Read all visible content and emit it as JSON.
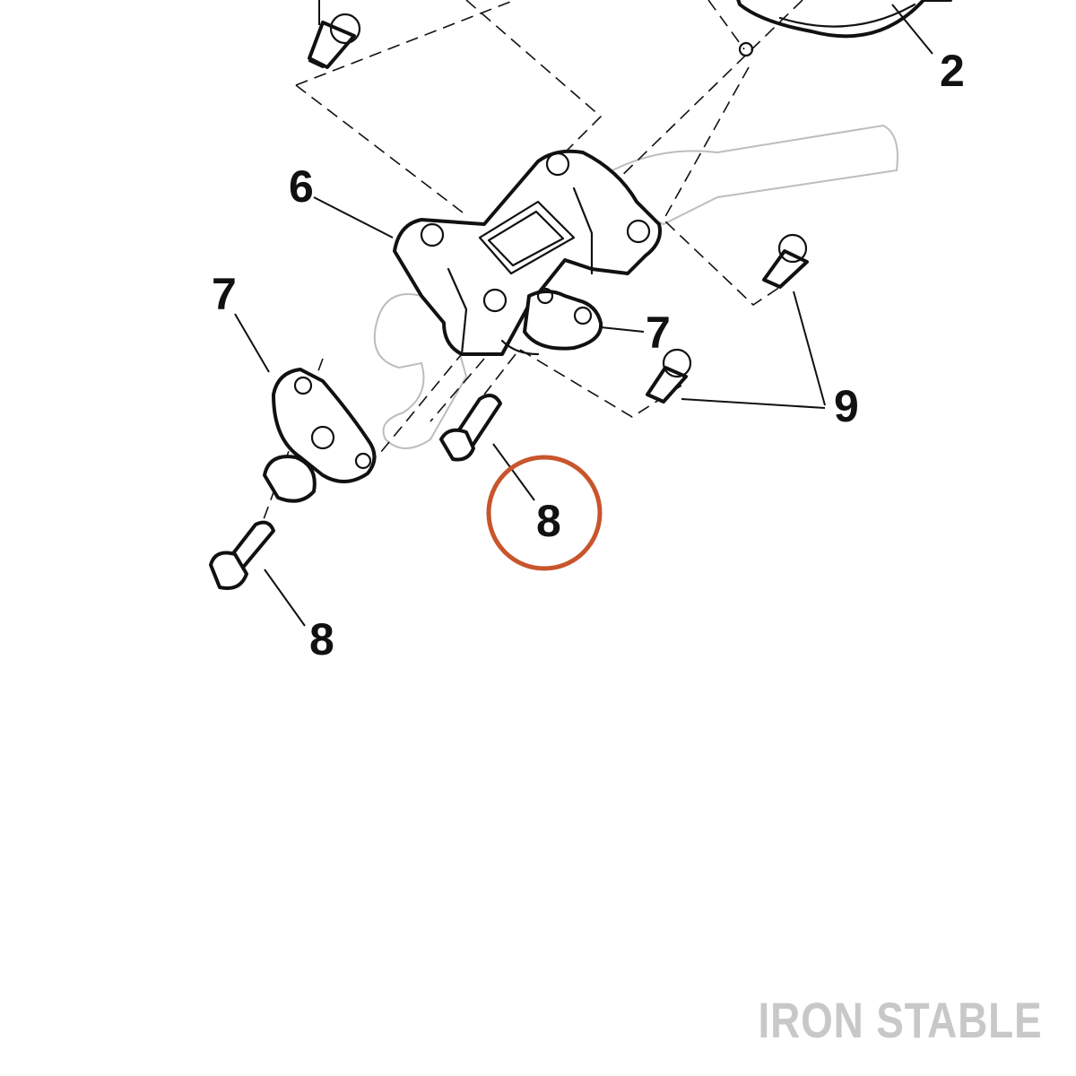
{
  "diagram": {
    "callouts": {
      "c2": "2",
      "c6": "6",
      "c7a": "7",
      "c7b": "7",
      "c8a": "8",
      "c8b": "8",
      "c9": "9"
    },
    "highlighted_part": "8",
    "colors": {
      "line": "#111111",
      "ghost_part": "#bdbdbd",
      "highlight_ring": "#c8552b",
      "watermark": "#c8c8c8"
    }
  },
  "watermark": {
    "text": "IRON STABLE"
  }
}
